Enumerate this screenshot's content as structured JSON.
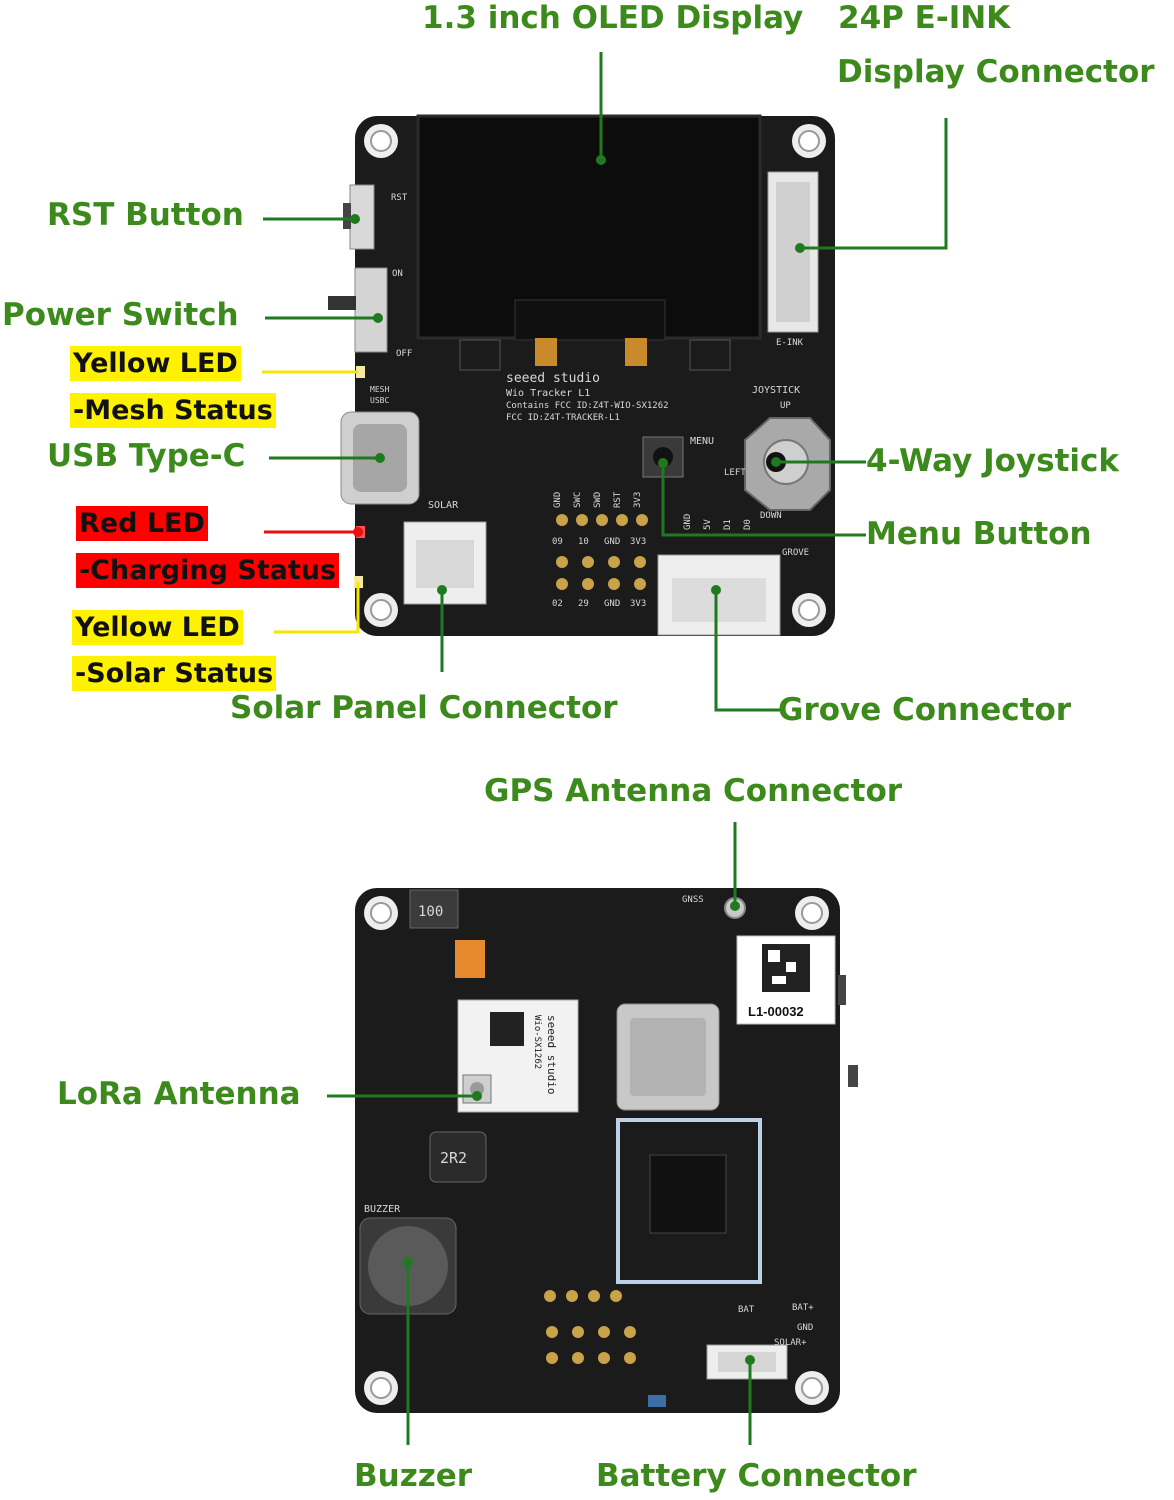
{
  "top_board": {
    "labels": {
      "oled": "1.3 inch OLED Display",
      "eink_line1": "24P E-INK",
      "eink_line2": "Display Connector",
      "rst": "RST Button",
      "power": "Power Switch",
      "yellow_led_1": "Yellow LED",
      "mesh_status": "-Mesh Status",
      "usb": "USB Type-C",
      "red_led": "Red LED",
      "charging_status": "-Charging Status",
      "yellow_led_2": "Yellow LED",
      "solar_status": "-Solar Status",
      "solar_connector": "Solar Panel Connector",
      "grove": "Grove Connector",
      "joystick": "4-Way Joystick",
      "menu": "Menu Button"
    },
    "silkscreen": {
      "brand": "seeed studio",
      "model": "Wio Tracker L1",
      "fcc1": "Contains FCC ID:Z4T-WIO-SX1262",
      "fcc2": "FCC ID:Z4T-TRACKER-L1",
      "joystick": "JOYSTICK",
      "up": "UP",
      "down": "DOWN",
      "left": "LEFT",
      "menu": "MENU",
      "solar": "SOLAR",
      "eink": "E-INK",
      "off": "OFF",
      "on": "ON",
      "rst": "RST",
      "mesh": "MESH",
      "usb": "USBC",
      "grove": "GROVE",
      "header_top": [
        "GND",
        "SWC",
        "SWD",
        "RST",
        "3V3"
      ],
      "header_row1": [
        "09",
        "10",
        "GND",
        "3V3"
      ],
      "header_row2": [
        "02",
        "29",
        "GND",
        "3V3"
      ],
      "grove_pins": [
        "GND",
        "5V",
        "D1",
        "D0"
      ]
    }
  },
  "bottom_board": {
    "labels": {
      "gps": "GPS Antenna Connector",
      "lora": "LoRa Antenna",
      "buzzer": "Buzzer",
      "battery": "Battery Connector"
    },
    "silkscreen": {
      "gnss": "GNSS",
      "serial": "L1-00032",
      "buzzer": "BUZZER",
      "module_brand": "seeed studio",
      "module_model": "Wio-SX1262",
      "inductor": "2R2",
      "resistor": "100",
      "bat": "BAT",
      "bat_plus": "BAT+",
      "gnd": "GND",
      "solar_plus": "SOLAR+"
    }
  },
  "colors": {
    "label_green": "#3d8a1c",
    "leader_line": "#1f7a1f",
    "highlight_yellow": "#fff200",
    "highlight_red": "#ff0000",
    "pcb": "#1b1b1b"
  }
}
